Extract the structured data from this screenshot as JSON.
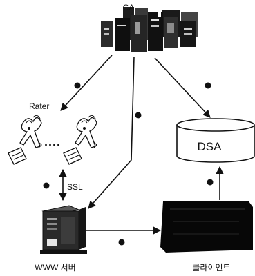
{
  "nodes": {
    "ca": {
      "label": "CA"
    },
    "rater": {
      "label": "Rater",
      "dots": "...."
    },
    "dsa": {
      "label": "DSA"
    },
    "web_server": {
      "label": "WWW 서버"
    },
    "client": {
      "label": "클라이언트"
    }
  },
  "links": {
    "ssl": {
      "label": "SSL"
    }
  },
  "colors": {
    "ink": "#111111",
    "server_body": "#2a2a2a",
    "client_block": "#070707",
    "background": "#ffffff"
  }
}
